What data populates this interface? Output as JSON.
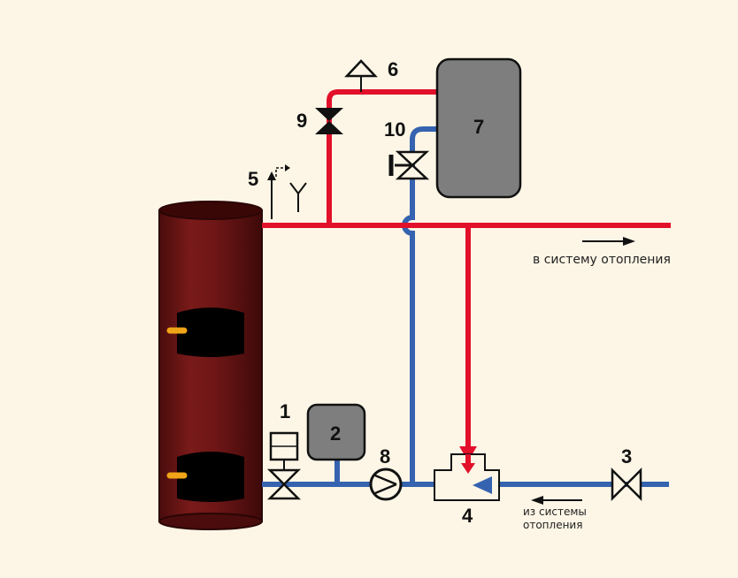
{
  "labels": {
    "n1": "1",
    "n2": "2",
    "n3": "3",
    "n4": "4",
    "n5": "5",
    "n6": "6",
    "n7": "7",
    "n8": "8",
    "n9": "9",
    "n10": "10"
  },
  "captions": {
    "to_heating": "в систему отопления",
    "from_heating_line1": "из системы",
    "from_heating_line2": "отопления"
  },
  "colors": {
    "background": "#fdf6e6",
    "supply_pipe": "#e2102a",
    "return_pipe": "#3563b0",
    "boiler": "#6e1616",
    "tank_fill": "#7e7e7e",
    "ink": "#111111"
  }
}
